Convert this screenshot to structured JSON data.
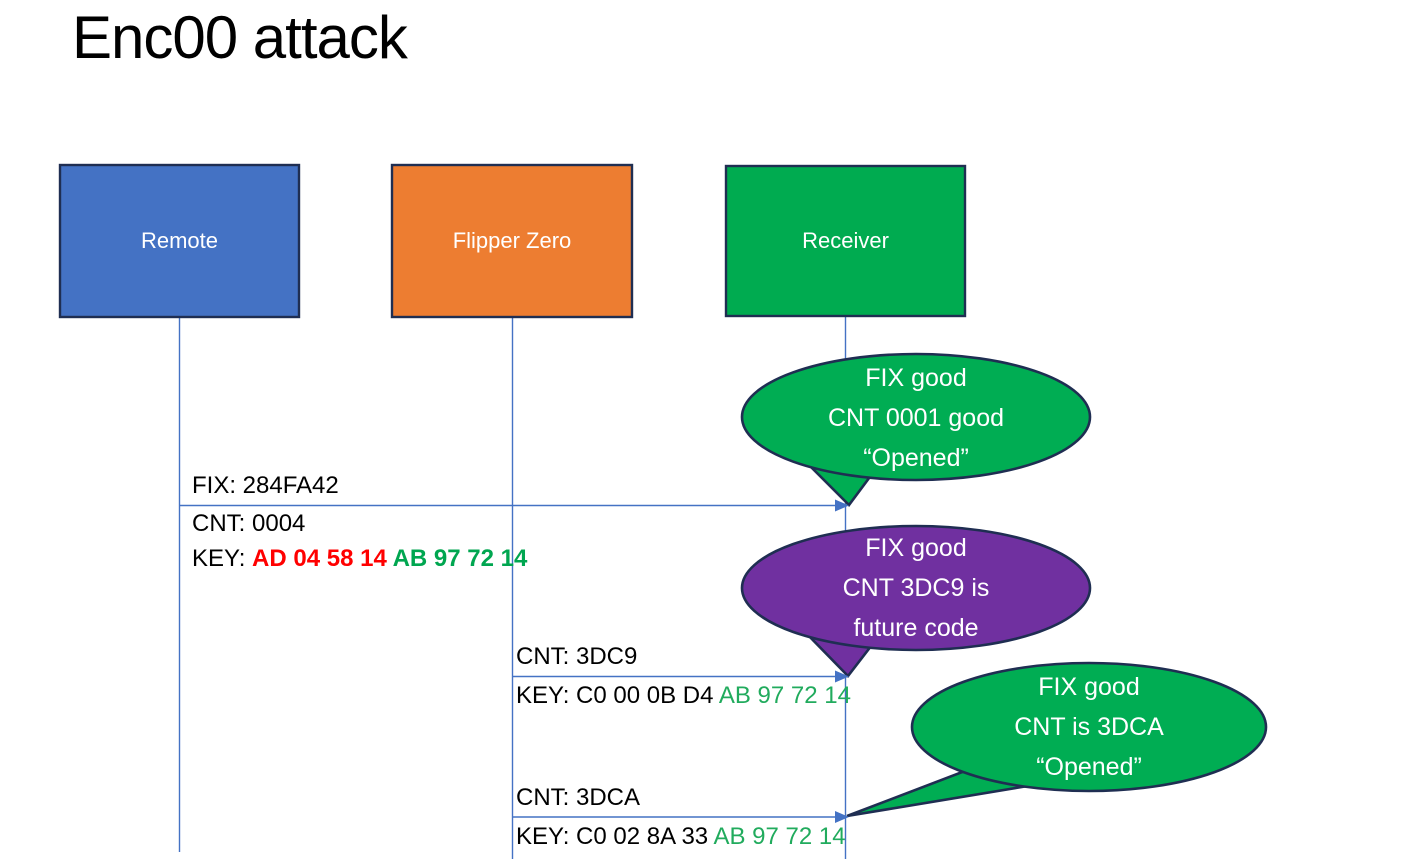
{
  "title": "Enc00 attack",
  "actors": [
    {
      "label": "Remote",
      "fill": "#4472C4"
    },
    {
      "label": "Flipper Zero",
      "fill": "#ED7D31"
    },
    {
      "label": "Receiver",
      "fill": "#00AB50"
    }
  ],
  "messages": [
    {
      "from": "Remote",
      "to": "Receiver",
      "line1": "FIX: 284FA42",
      "line2": "CNT: 0004",
      "key_label": "KEY: ",
      "key_red": "AD 04 58 14 ",
      "key_green": "AB 97 72 14"
    },
    {
      "from": "Flipper Zero",
      "to": "Receiver",
      "line1": "CNT: 3DC9",
      "key_label": "KEY: ",
      "key_black": "C0 00 0B D4 ",
      "key_green": "AB 97 72 14"
    },
    {
      "from": "Flipper Zero",
      "to": "Receiver",
      "line1": "CNT: 3DCA",
      "key_label": "KEY: ",
      "key_black": "C0 02 8A 33 ",
      "key_green": "AB 97 72 14"
    }
  ],
  "callouts": [
    {
      "fill": "#00AD53",
      "lines": [
        "FIX good",
        "CNT 0001 good",
        "“Opened”"
      ]
    },
    {
      "fill": "#7030A0",
      "lines": [
        "FIX good",
        "CNT 3DC9 is",
        "future code"
      ]
    },
    {
      "fill": "#00AD53",
      "lines": [
        "FIX good",
        "CNT is 3DCA",
        "“Opened”"
      ]
    }
  ],
  "colors": {
    "arrow_blue": "#4472C4",
    "outline_navy": "#1F2E52",
    "key_red": "#FF0000",
    "key_green_bold": "#00A650",
    "key_green": "#21AB5D",
    "bubble_green": "#00AD53",
    "bubble_purple": "#7030A0"
  }
}
